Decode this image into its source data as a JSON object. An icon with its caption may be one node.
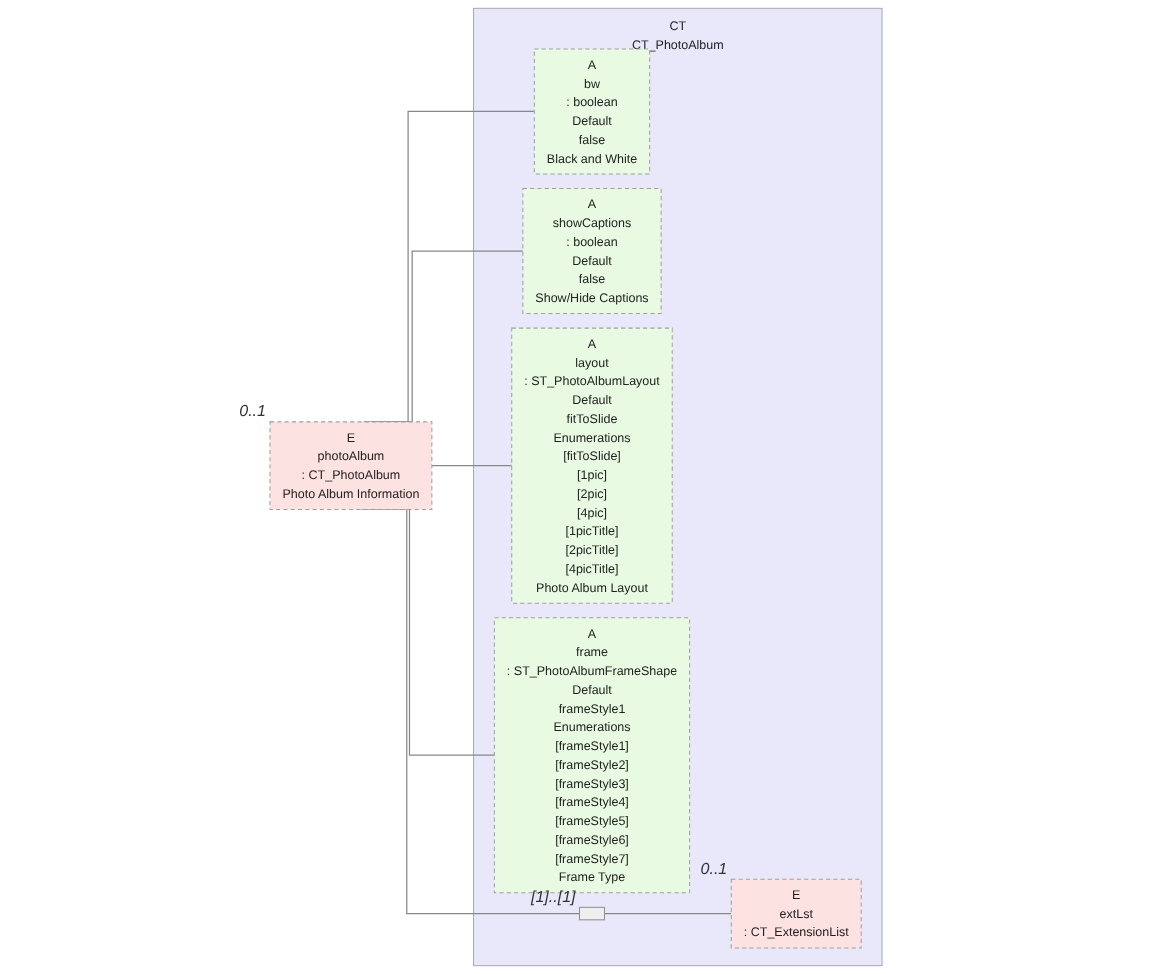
{
  "diagram": {
    "nodes": [
      {
        "text": [
          "E",
          "photoAlbum",
          ": CT_PhotoAlbum",
          "Photo Album Information"
        ],
        "beside": [
          "0..1"
        ]
      },
      {
        "text": [
          "CT",
          "CT_PhotoAlbum"
        ]
      },
      {
        "text": [
          "A",
          "bw",
          ": boolean",
          "Default",
          "false",
          "Black and White"
        ],
        "in": 1
      },
      {
        "text": [
          "A",
          "showCaptions",
          ": boolean",
          "Default",
          "false",
          "Show/Hide Captions"
        ],
        "in": 1
      },
      {
        "text": [
          "A",
          "layout",
          ": ST_PhotoAlbumLayout",
          "Default",
          "fitToSlide",
          "Enumerations",
          "[fitToSlide]",
          "[1pic]",
          "[2pic]",
          "[4pic]",
          "[1picTitle]",
          "[2picTitle]",
          "[4picTitle]",
          "Photo Album Layout"
        ],
        "in": 1
      },
      {
        "text": [
          "A",
          "frame",
          ": ST_PhotoAlbumFrameShape",
          "Default",
          "frameStyle1",
          "Enumerations",
          "[frameStyle1]",
          "[frameStyle2]",
          "[frameStyle3]",
          "[frameStyle4]",
          "[frameStyle5]",
          "[frameStyle6]",
          "[frameStyle7]",
          "Frame Type"
        ],
        "in": 1
      },
      {
        "text": [],
        "shape": "box",
        "beside": [
          "[1]..[1]"
        ],
        "in": 1
      },
      {
        "text": [
          "E",
          "extLst",
          ": CT_ExtensionList"
        ],
        "beside": [
          "0..1"
        ],
        "in": 1
      }
    ],
    "edges": [
      {
        "from": 0,
        "to": 2,
        "arrow": "none"
      },
      {
        "from": 0,
        "to": 3,
        "arrow": "none"
      },
      {
        "from": 0,
        "to": 4,
        "arrow": "none"
      },
      {
        "from": 0,
        "to": 5,
        "arrow": "none"
      },
      {
        "from": 0,
        "to": 6,
        "arrow": "none"
      },
      {
        "from": 6,
        "to": 7,
        "arrow": "none"
      }
    ]
  }
}
